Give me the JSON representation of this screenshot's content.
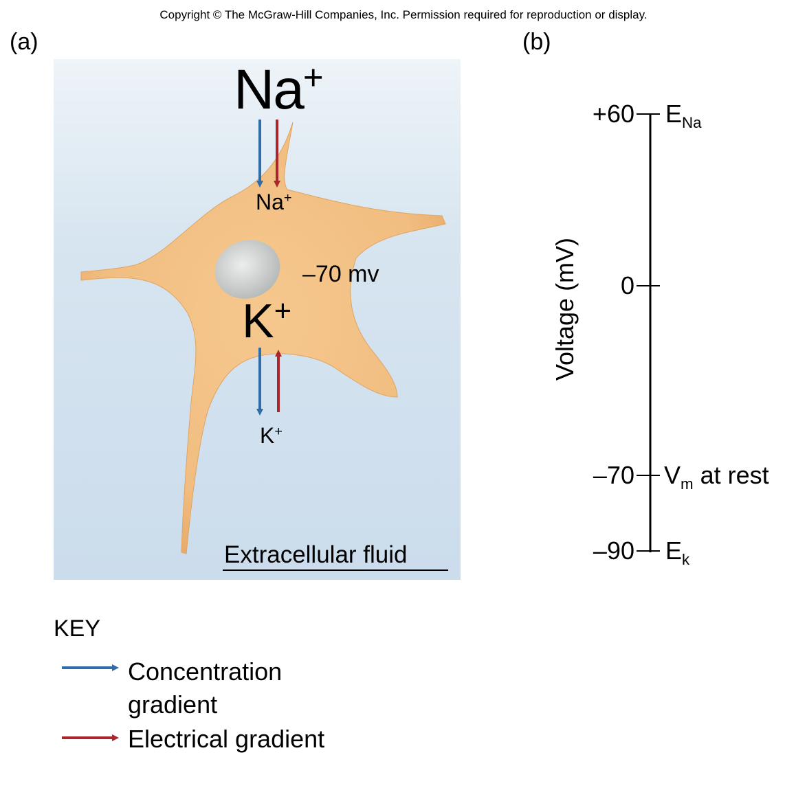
{
  "header": {
    "copyright": "Copyright © The McGraw-Hill Companies, Inc. Permission required for reproduction or display."
  },
  "panel_a": {
    "label": "(a)",
    "na_outside": "Na",
    "na_outside_sup": "+",
    "na_inside": "Na",
    "na_inside_sup": "+",
    "membrane_potential": "–70 mv",
    "k_inside": "K",
    "k_inside_sup": "+",
    "k_outside": "K",
    "k_outside_sup": "+",
    "extracellular_label": "Extracellular fluid"
  },
  "panel_b": {
    "label": "(b)",
    "axis_label": "Voltage (mV)",
    "ticks": [
      {
        "value": "+60",
        "label": "E",
        "sub": "Na"
      },
      {
        "value": "0",
        "label": "",
        "sub": ""
      },
      {
        "value": "–70",
        "label": "V",
        "sub": "m",
        "suffix": " at rest"
      },
      {
        "value": "–90",
        "label": "E",
        "sub": "k"
      }
    ]
  },
  "key": {
    "title": "KEY",
    "concentration": "Concentration gradient",
    "electrical": "Electrical gradient"
  },
  "colors": {
    "concentration_arrow": "#2f6ca8",
    "electrical_arrow": "#a8262c",
    "cell_fill": "#f2c186",
    "background_fluid": "#cfdfee",
    "nucleus": "#c9ccca"
  }
}
